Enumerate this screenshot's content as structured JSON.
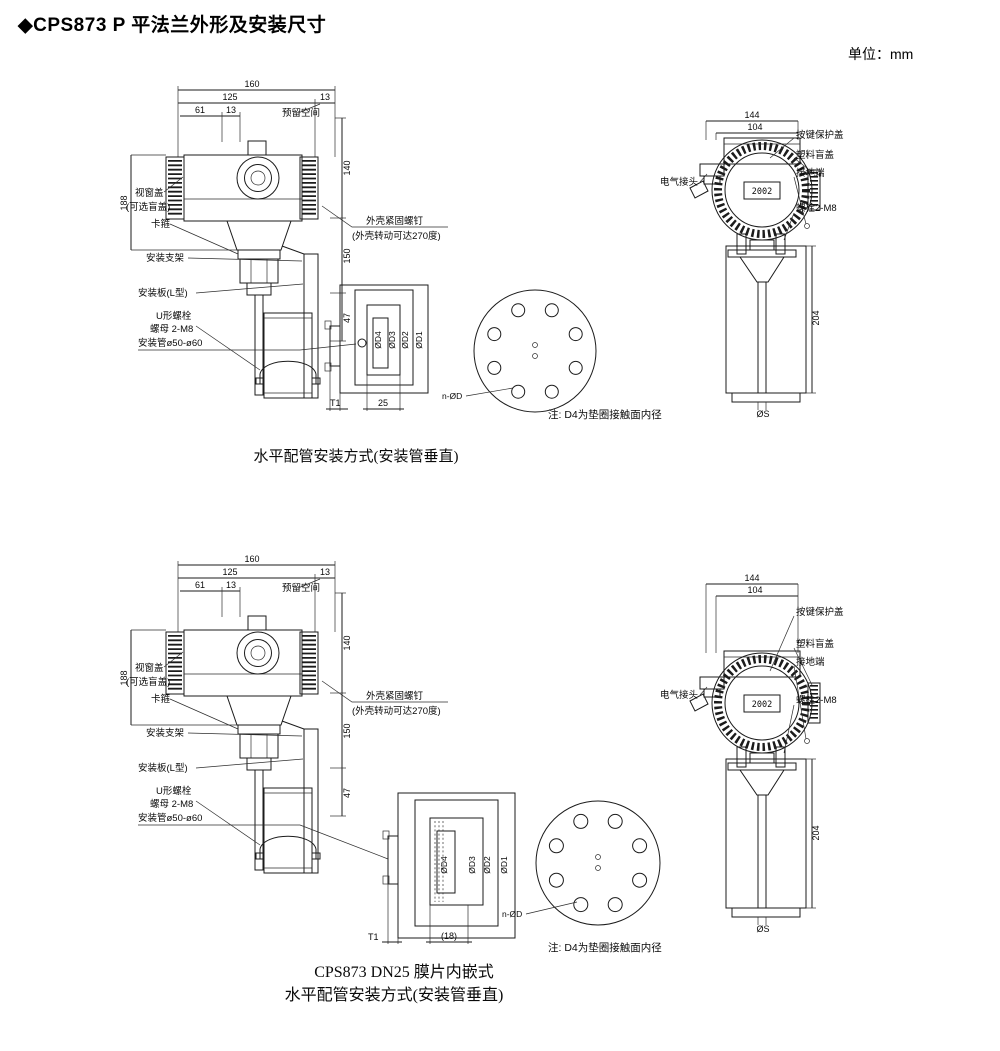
{
  "page": {
    "title": "◆CPS873 P 平法兰外形及安装尺寸",
    "unit": "单位：mm"
  },
  "groups": [
    {
      "front": {
        "dim_160": "160",
        "dim_125": "125",
        "dim_13a": "13",
        "dim_61": "61",
        "dim_13b": "13",
        "dim_188": "188",
        "dim_140": "140",
        "dim_150": "150",
        "dim_47": "47",
        "reserved": "预留空间",
        "window_cover": "视窗盖",
        "window_cover_sub": "(可选盲盖)",
        "clamp": "卡箍",
        "bracket": "安装支架",
        "plate": "安装板(L型)",
        "ubolt": "U形螺栓",
        "ubolt_nut": "螺母 2-M8",
        "pipe": "安装管ø50-ø60",
        "shell_screw": "外壳紧固螺钉",
        "shell_screw_sub": "(外壳转动可达270度)"
      },
      "flange_side": {
        "dia4": "ØD4",
        "dia3": "ØD3",
        "dia2": "ØD2",
        "dia1": "ØD1",
        "t1": "T1",
        "width": "25"
      },
      "flange_circle": {
        "holes": "n-ØD"
      },
      "side": {
        "dim_144": "144",
        "dim_104": "104",
        "dim_204": "204",
        "dia_s": "ØS",
        "conduit": "电气接头",
        "key_cover": "按键保护盖",
        "blind_cover": "塑料盲盖",
        "ground": "接地端",
        "bolts": "螺栓2-M8",
        "display": "2002"
      },
      "note": "注: D4为垫圈接触面内径",
      "caption": "水平配管安装方式(安装管垂直)"
    },
    {
      "front": {
        "dim_160": "160",
        "dim_125": "125",
        "dim_13a": "13",
        "dim_61": "61",
        "dim_13b": "13",
        "dim_188": "188",
        "dim_140": "140",
        "dim_150": "150",
        "dim_47": "47",
        "reserved": "预留空间",
        "window_cover": "视窗盖",
        "window_cover_sub": "(可选盲盖)",
        "clamp": "卡箍",
        "bracket": "安装支架",
        "plate": "安装板(L型)",
        "ubolt": "U形螺栓",
        "ubolt_nut": "螺母 2-M8",
        "pipe": "安装管ø50-ø60",
        "shell_screw": "外壳紧固螺钉",
        "shell_screw_sub": "(外壳转动可达270度)"
      },
      "flange_side": {
        "dia4": "ØD4",
        "dia3": "ØD3",
        "dia2": "ØD2",
        "dia1": "ØD1",
        "t1": "T1",
        "width": "(18)"
      },
      "flange_circle": {
        "holes": "n-ØD"
      },
      "side": {
        "dim_144": "144",
        "dim_104": "104",
        "dim_204": "204",
        "dia_s": "ØS",
        "conduit": "电气接头",
        "key_cover": "按键保护盖",
        "blind_cover": "塑料盲盖",
        "ground": "接地端",
        "bolts": "螺栓2-M8",
        "display": "2002"
      },
      "note": "注: D4为垫圈接触面内径",
      "caption_line1": "CPS873 DN25 膜片内嵌式",
      "caption": "水平配管安装方式(安装管垂直)"
    }
  ]
}
